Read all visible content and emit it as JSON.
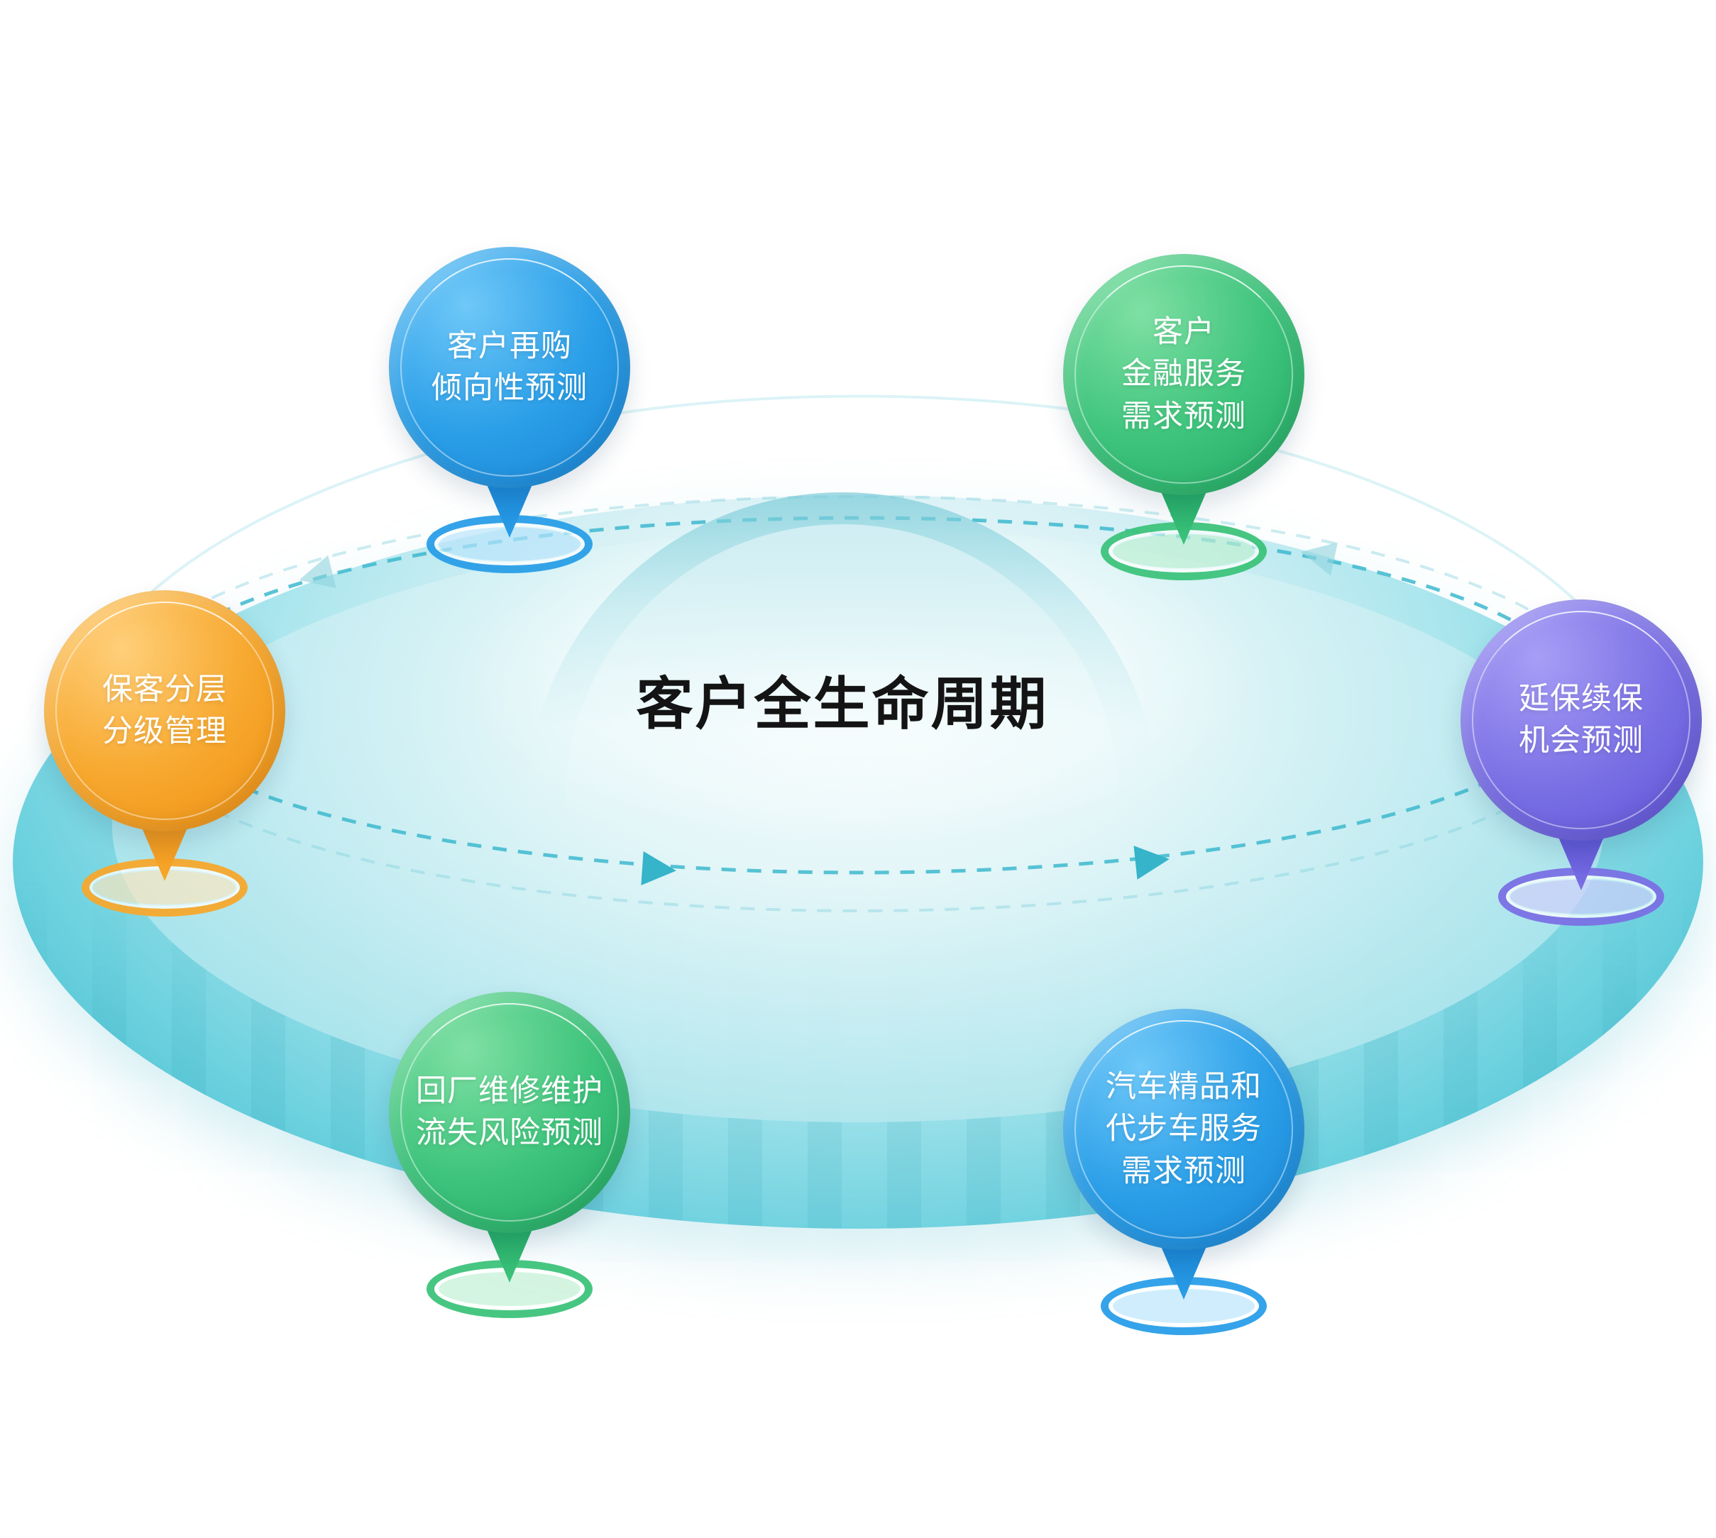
{
  "diagram": {
    "title": "客户全生命周期",
    "nodes": [
      {
        "id": "repurchase-propensity",
        "label": "客户再购\n倾向性预测",
        "color": "#2b9fe8"
      },
      {
        "id": "finance-service-demand",
        "label": "客户\n金融服务\n需求预测",
        "color": "#3ec47c"
      },
      {
        "id": "customer-tiering",
        "label": "保客分层\n分级管理",
        "color": "#f7a82e"
      },
      {
        "id": "warranty-renewal-opportunity",
        "label": "延保续保\n机会预测",
        "color": "#7b71e5"
      },
      {
        "id": "service-churn-risk",
        "label": "回厂维修维护\n流失风险预测",
        "color": "#3ec47c"
      },
      {
        "id": "accessory-courtesy-car-demand",
        "label": "汽车精品和\n代步车服务\n需求预测",
        "color": "#2b9fe8"
      }
    ],
    "cycle": {
      "direction": "counterclockwise",
      "line_color": "#3db8ce",
      "disc_color": "#45bfd1"
    }
  }
}
